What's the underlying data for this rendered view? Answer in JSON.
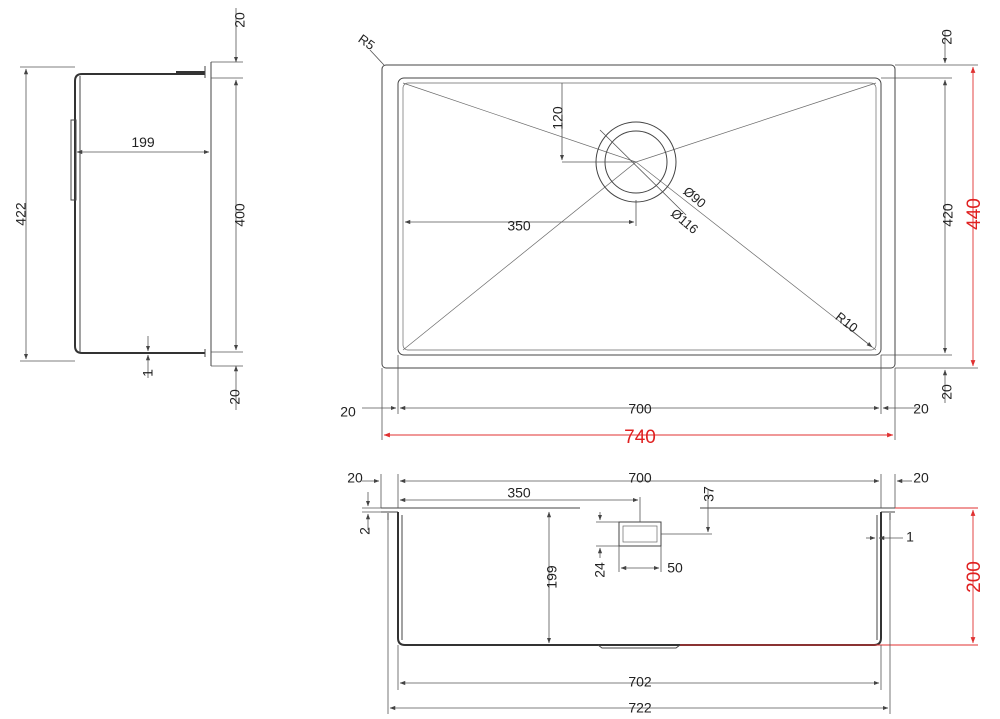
{
  "colors": {
    "line": "#444444",
    "dimension": "#555555",
    "overall": "#e02020"
  },
  "side_view": {
    "total_height": "422",
    "inner_height": "400",
    "depth": "199",
    "top_flange": "20",
    "bottom_flange": "20",
    "wall": "1"
  },
  "top_view": {
    "corner_outer_radius": "R5",
    "corner_inner_radius": "R10",
    "drain_offset_y": "120",
    "drain_offset_x": "350",
    "drain_inner_dia": "Ø90",
    "drain_outer_dia": "Ø116",
    "rim_top": "20",
    "inner_height": "420",
    "rim_bottom": "20",
    "overall_height": "440",
    "rim_left": "20",
    "inner_width": "700",
    "rim_right": "20",
    "overall_width": "740"
  },
  "front_view": {
    "rim_left": "20",
    "inner_width": "700",
    "rim_right": "20",
    "drain_offset": "350",
    "drain_top": "37",
    "flange_thickness": "2",
    "wall": "1",
    "drain_height": "24",
    "drain_width": "50",
    "bowl_depth": "199",
    "overall_depth": "200",
    "bottom_width": "702",
    "overall_width": "722"
  }
}
